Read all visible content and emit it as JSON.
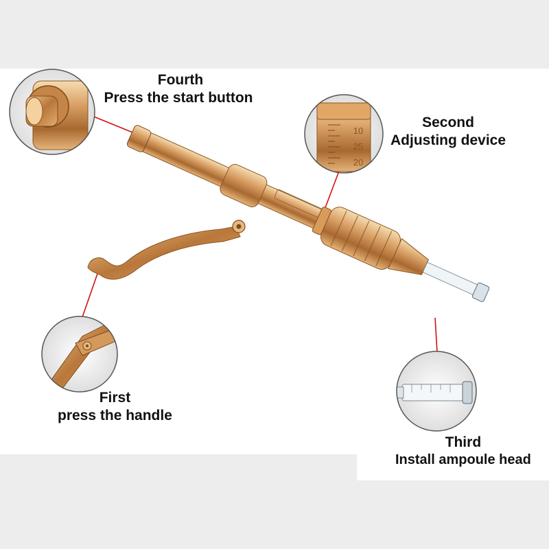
{
  "colors": {
    "background": "#ededed",
    "panel": "#ffffff",
    "gold": "#c98b4a",
    "gold_light": "#f3d2a0",
    "gold_dark": "#8a5523",
    "callout_line": "#d01010",
    "text": "#111111"
  },
  "callouts": {
    "fourth": {
      "step": "Fourth",
      "action": "Press the start button"
    },
    "second": {
      "step": "Second",
      "action": "Adjusting device"
    },
    "first": {
      "step": "First",
      "action": "press the handle"
    },
    "third": {
      "step": "Third",
      "action": "Install ampoule head"
    }
  },
  "adjuster_scale": [
    "10",
    "25",
    "20"
  ]
}
